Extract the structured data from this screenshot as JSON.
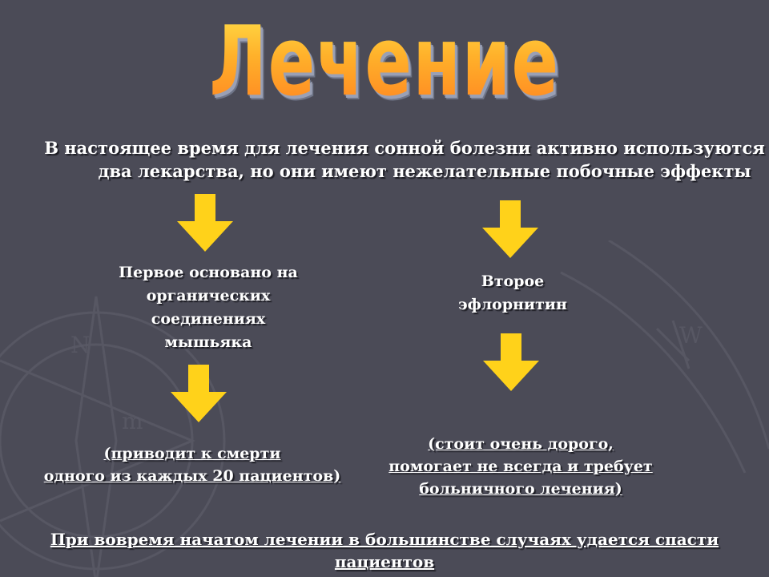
{
  "colors": {
    "background": "#4b4b57",
    "title_gradient_top": "#ffe24a",
    "title_gradient_bottom": "#ff7f20",
    "arrow": "#ffd21a",
    "text": "#ffffff"
  },
  "slide": {
    "title": "Лечение",
    "intro": "В настоящее время для лечения сонной болезни активно используются два лекарства, но они имеют нежелательные побочные эффекты",
    "left": {
      "line1": "Первое основано на",
      "line2": "органических",
      "line3": "соединениях",
      "line4": "мышьяка",
      "note_line1": "(приводит к смерти",
      "note_line2": "одного из каждых 20 пациентов)"
    },
    "right": {
      "line1": "Второе",
      "line2": "эфлорнитин",
      "note_line1": "(стоит очень дорого,",
      "note_line2": "помогает не всегда и требует",
      "note_line3": "больничного лечения)"
    },
    "footer": "При вовремя начатом лечении в большинстве случаях удается спасти пациентов"
  },
  "icons": {
    "arrow": "down-arrow-icon",
    "background": "compass-watermark-icon"
  }
}
